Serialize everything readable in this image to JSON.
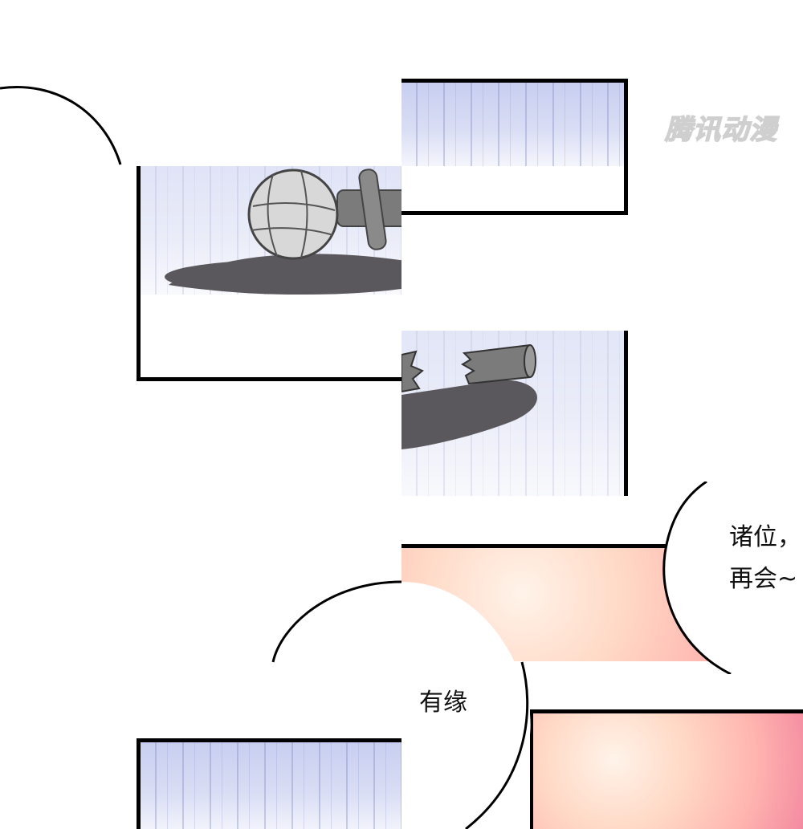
{
  "watermark": "腾讯动漫",
  "bubbles": {
    "speech_right_line1": "诸位，",
    "speech_right_line2": "再会~",
    "speech_center": "有缘"
  },
  "colors": {
    "panel_border": "#000000",
    "shadow": "#5a575d",
    "metal": "#7b7b7b",
    "rain_bg": "#d3d8f3",
    "pink_bg": "#ffc7bc"
  },
  "icons": {
    "microphone": "microphone-illustration",
    "broken_handle": "broken-microphone-handle-illustration"
  }
}
